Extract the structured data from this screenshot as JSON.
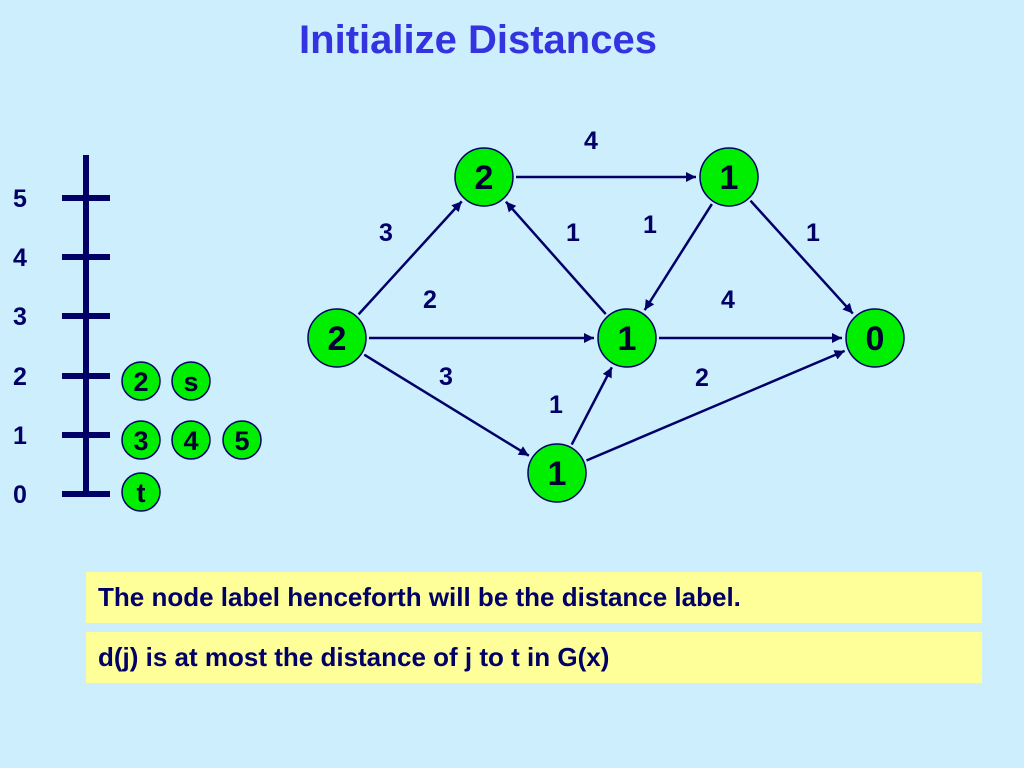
{
  "title": "Initialize Distances",
  "scale": {
    "labels": [
      "5",
      "4",
      "3",
      "2",
      "1",
      "0"
    ]
  },
  "buckets": [
    {
      "level": "2",
      "items": [
        "2",
        "s"
      ]
    },
    {
      "level": "1",
      "items": [
        "3",
        "4",
        "5"
      ]
    },
    {
      "level": "0",
      "items": [
        "t"
      ]
    }
  ],
  "graph": {
    "nodes": [
      {
        "id": "n_left",
        "label": "2"
      },
      {
        "id": "n_top_left",
        "label": "2"
      },
      {
        "id": "n_top_right",
        "label": "1"
      },
      {
        "id": "n_mid",
        "label": "1"
      },
      {
        "id": "n_bottom",
        "label": "1"
      },
      {
        "id": "n_right",
        "label": "0"
      }
    ],
    "edges": [
      {
        "from": "n_left",
        "to": "n_top_left",
        "label": "3"
      },
      {
        "from": "n_top_left",
        "to": "n_top_right",
        "label": "4"
      },
      {
        "from": "n_mid",
        "to": "n_top_left",
        "label": "1"
      },
      {
        "from": "n_top_right",
        "to": "n_mid",
        "label": "1"
      },
      {
        "from": "n_top_right",
        "to": "n_right",
        "label": "1"
      },
      {
        "from": "n_left",
        "to": "n_mid",
        "label": "2"
      },
      {
        "from": "n_mid",
        "to": "n_right",
        "label": "4"
      },
      {
        "from": "n_left",
        "to": "n_bottom",
        "label": "3"
      },
      {
        "from": "n_bottom",
        "to": "n_mid",
        "label": "1"
      },
      {
        "from": "n_bottom",
        "to": "n_right",
        "label": "2"
      }
    ]
  },
  "colors": {
    "node_fill": "#00ee00",
    "edge": "#000066",
    "title": "#3333e0",
    "note_bg": "#ffff99"
  },
  "notes": [
    "The node label henceforth will be the distance label.",
    "d(j) is at most the distance of j to t in G(x)"
  ]
}
